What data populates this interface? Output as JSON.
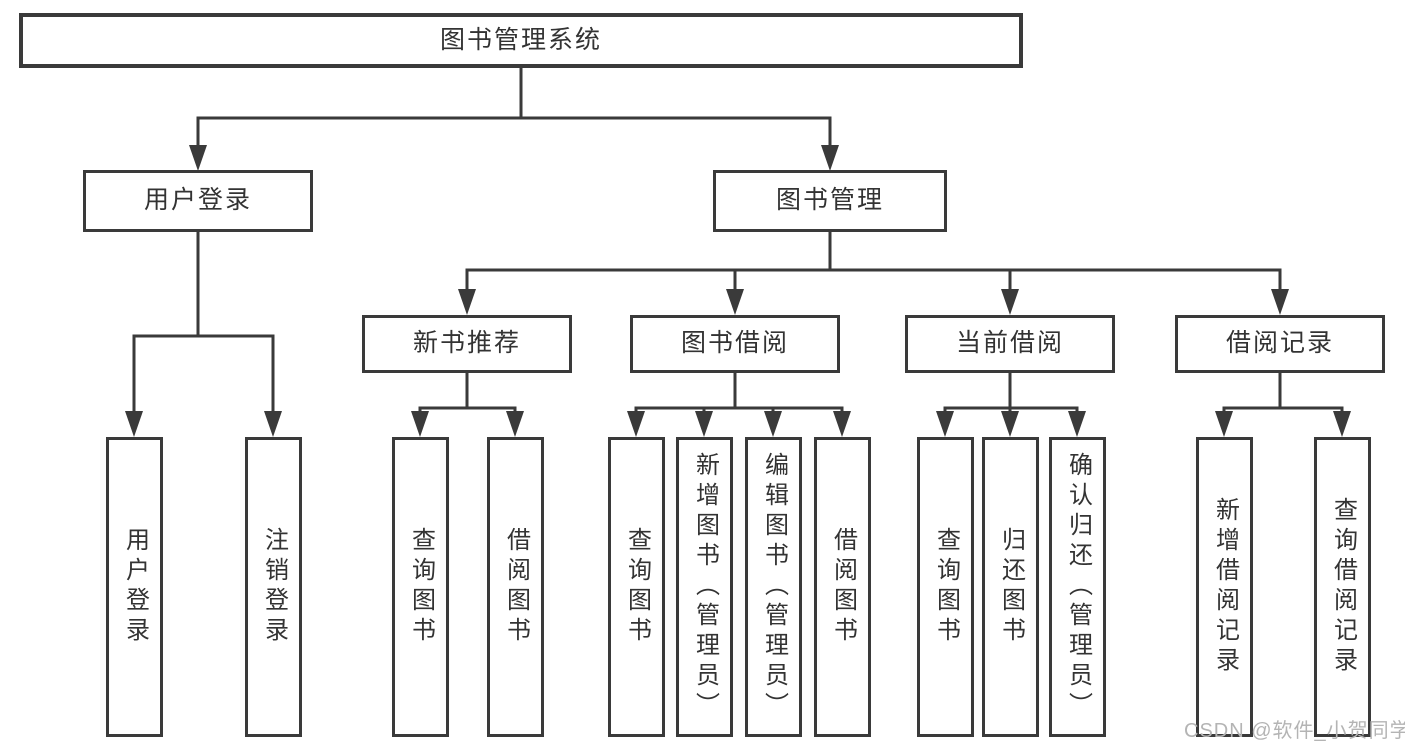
{
  "tree": {
    "root": "图书管理系统",
    "children": [
      {
        "label": "用户登录",
        "children": [
          {
            "label": "用户登录"
          },
          {
            "label": "注销登录"
          }
        ]
      },
      {
        "label": "图书管理",
        "children": [
          {
            "label": "新书推荐",
            "children": [
              {
                "label": "查询图书"
              },
              {
                "label": "借阅图书"
              }
            ]
          },
          {
            "label": "图书借阅",
            "children": [
              {
                "label": "查询图书"
              },
              {
                "label": "新增图书（管理员）"
              },
              {
                "label": "编辑图书（管理员）"
              },
              {
                "label": "借阅图书"
              }
            ]
          },
          {
            "label": "当前借阅",
            "children": [
              {
                "label": "查询图书"
              },
              {
                "label": "归还图书"
              },
              {
                "label": "确认归还（管理员）"
              }
            ]
          },
          {
            "label": "借阅记录",
            "children": [
              {
                "label": "新增借阅记录"
              },
              {
                "label": "查询借阅记录"
              }
            ]
          }
        ]
      }
    ]
  },
  "watermark": "CSDN @软件_小贺同学",
  "colors": {
    "line": "#3a3a3a",
    "box_border": "#3a3a3a",
    "text": "#333333",
    "watermark": "#b4b4b4",
    "background": "#ffffff"
  }
}
